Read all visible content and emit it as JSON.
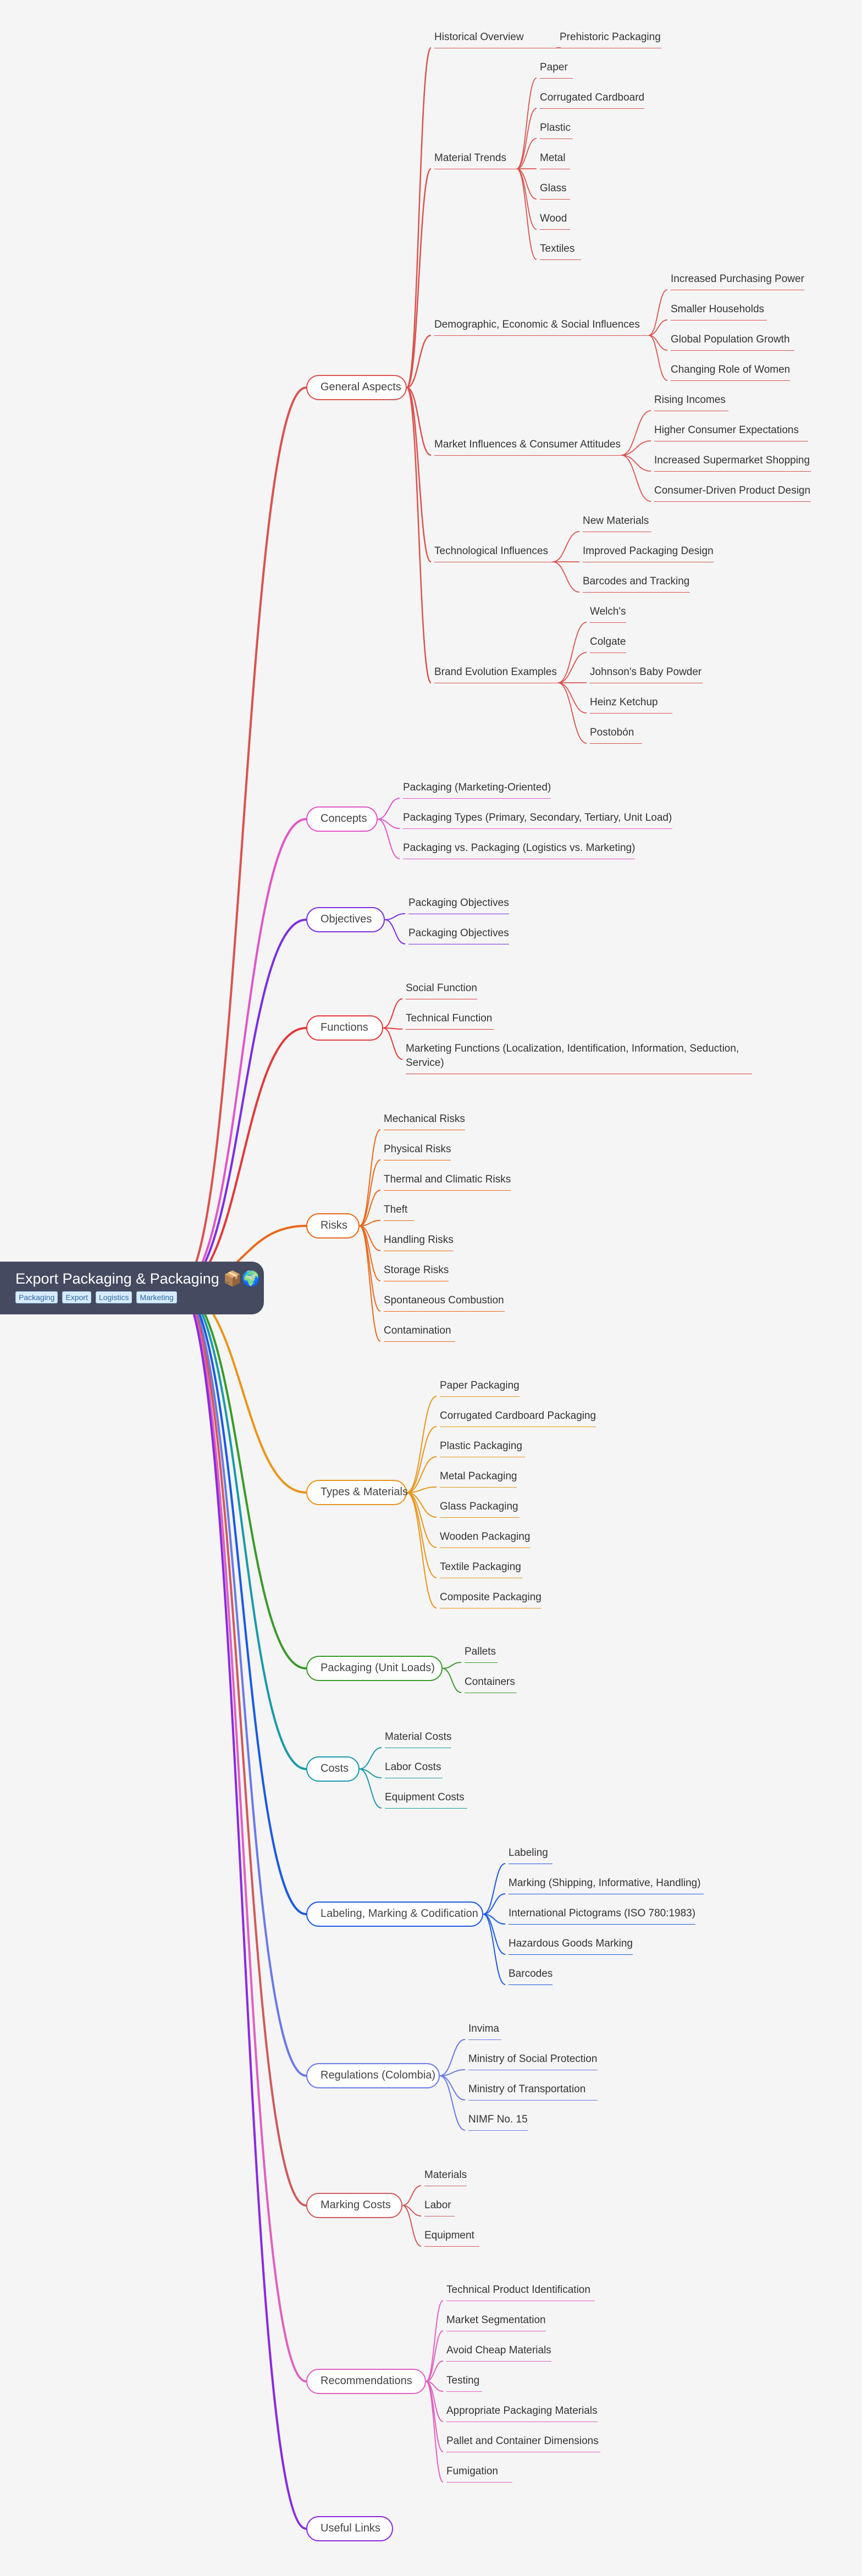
{
  "root": {
    "title": "Export Packaging & Packaging 📦🌍",
    "tags": [
      "Packaging",
      "Export",
      "Logistics",
      "Marketing"
    ]
  },
  "colors": {
    "background": "#f5f5f5",
    "root": "#454a60",
    "general": "#d9534f",
    "concepts": "#e056c8",
    "objectives": "#7b2fe0",
    "functions": "#e03a3a",
    "risks": "#e8681a",
    "types": "#e8951a",
    "unit_loads": "#3a9a2a",
    "costs": "#1a9aa8",
    "labeling": "#1a5ae0",
    "regulations": "#6a7ae8",
    "marking_costs": "#d05a5a",
    "recommendations": "#e060c0",
    "links": "#8a2ae0"
  },
  "general_aspects": {
    "label": "General Aspects",
    "historical": {
      "label": "Historical Overview",
      "items": [
        "Prehistoric Packaging"
      ]
    },
    "material_trends": {
      "label": "Material Trends",
      "items": [
        "Paper",
        "Corrugated Cardboard",
        "Plastic",
        "Metal",
        "Glass",
        "Wood",
        "Textiles"
      ]
    },
    "demographic": {
      "label": "Demographic, Economic & Social Influences",
      "items": [
        "Increased Purchasing Power",
        "Smaller Households",
        "Global Population Growth",
        "Changing Role of Women"
      ]
    },
    "market": {
      "label": "Market Influences & Consumer Attitudes",
      "items": [
        "Rising Incomes",
        "Higher Consumer Expectations",
        "Increased Supermarket Shopping",
        "Consumer-Driven Product Design"
      ]
    },
    "technological": {
      "label": "Technological Influences",
      "items": [
        "New Materials",
        "Improved Packaging Design",
        "Barcodes and Tracking"
      ]
    },
    "brands": {
      "label": "Brand Evolution Examples",
      "items": [
        "Welch's",
        "Colgate",
        "Johnson's Baby Powder",
        "Heinz Ketchup",
        "Postobón"
      ]
    }
  },
  "concepts": {
    "label": "Concepts",
    "items": [
      "Packaging (Marketing-Oriented)",
      "Packaging Types (Primary, Secondary, Tertiary, Unit Load)",
      "Packaging vs. Packaging (Logistics vs. Marketing)"
    ]
  },
  "objectives": {
    "label": "Objectives",
    "items": [
      "Packaging Objectives",
      "Packaging Objectives"
    ]
  },
  "functions": {
    "label": "Functions",
    "items": [
      "Social Function",
      "Technical Function",
      "Marketing Functions (Localization, Identification, Information, Seduction, Service)"
    ]
  },
  "risks": {
    "label": "Risks",
    "items": [
      "Mechanical Risks",
      "Physical Risks",
      "Thermal and Climatic Risks",
      "Theft",
      "Handling Risks",
      "Storage Risks",
      "Spontaneous Combustion",
      "Contamination"
    ]
  },
  "types": {
    "label": "Types & Materials",
    "items": [
      "Paper Packaging",
      "Corrugated Cardboard Packaging",
      "Plastic Packaging",
      "Metal Packaging",
      "Glass Packaging",
      "Wooden Packaging",
      "Textile Packaging",
      "Composite Packaging"
    ]
  },
  "unit_loads": {
    "label": "Packaging (Unit Loads)",
    "items": [
      "Pallets",
      "Containers"
    ]
  },
  "costs": {
    "label": "Costs",
    "items": [
      "Material Costs",
      "Labor Costs",
      "Equipment Costs"
    ]
  },
  "labeling": {
    "label": "Labeling, Marking & Codification",
    "items": [
      "Labeling",
      "Marking (Shipping, Informative, Handling)",
      "International Pictograms (ISO 780:1983)",
      "Hazardous Goods Marking",
      "Barcodes"
    ]
  },
  "regulations": {
    "label": "Regulations (Colombia)",
    "items": [
      "Invima",
      "Ministry of Social Protection",
      "Ministry of Transportation",
      "NIMF No. 15"
    ]
  },
  "marking_costs": {
    "label": "Marking Costs",
    "items": [
      "Materials",
      "Labor",
      "Equipment"
    ]
  },
  "recommendations": {
    "label": "Recommendations",
    "items": [
      "Technical Product Identification",
      "Market Segmentation",
      "Avoid Cheap Materials",
      "Testing",
      "Appropriate Packaging Materials",
      "Pallet and Container Dimensions",
      "Fumigation"
    ]
  },
  "useful_links": {
    "label": "Useful Links"
  }
}
